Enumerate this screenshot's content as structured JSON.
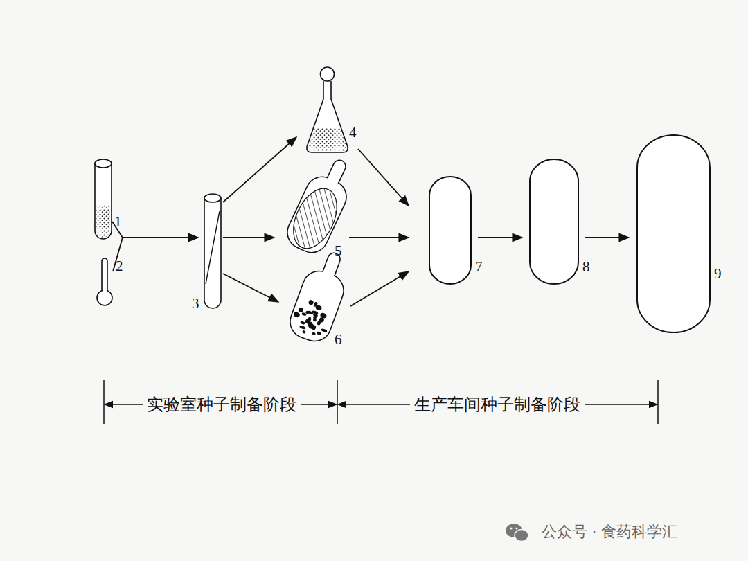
{
  "diagram": {
    "nodes": [
      {
        "text": [
          "1"
        ]
      },
      {
        "text": [
          "2"
        ]
      },
      {
        "text": [
          "3"
        ]
      },
      {
        "text": [
          "4"
        ]
      },
      {
        "text": [
          "5"
        ]
      },
      {
        "text": [
          "6"
        ]
      },
      {
        "text": [
          "7"
        ]
      },
      {
        "text": [
          "8"
        ]
      },
      {
        "text": [
          "9"
        ]
      }
    ],
    "edges": [
      {
        "from": 0,
        "to": 2,
        "arrow": "to"
      },
      {
        "from": 1,
        "to": 2,
        "arrow": "to"
      },
      {
        "from": 2,
        "to": 3,
        "arrow": "to"
      },
      {
        "from": 2,
        "to": 4,
        "arrow": "to"
      },
      {
        "from": 2,
        "to": 5,
        "arrow": "to"
      },
      {
        "from": 3,
        "to": 6,
        "arrow": "to"
      },
      {
        "from": 4,
        "to": 6,
        "arrow": "to"
      },
      {
        "from": 5,
        "to": 6,
        "arrow": "to"
      },
      {
        "from": 6,
        "to": 7,
        "arrow": "to"
      },
      {
        "from": 7,
        "to": 8,
        "arrow": "to"
      }
    ],
    "labels": [
      "实验室种子制备阶段",
      "生产车间种子制备阶段",
      "公众号 · 食药科学汇"
    ]
  }
}
